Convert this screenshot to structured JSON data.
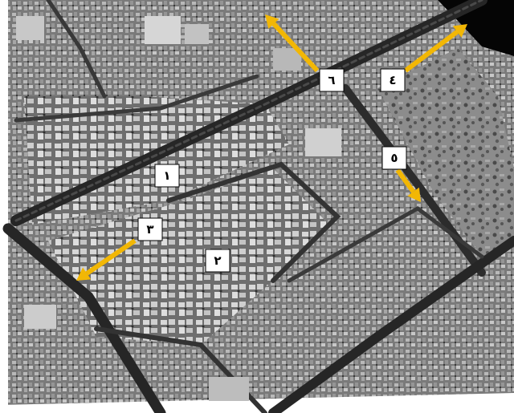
{
  "map": {
    "labels": [
      {
        "id": "1",
        "text": "١"
      },
      {
        "id": "2",
        "text": "٢"
      },
      {
        "id": "3",
        "text": "٣"
      },
      {
        "id": "4",
        "text": "٤"
      },
      {
        "id": "5",
        "text": "٥"
      },
      {
        "id": "6",
        "text": "٦"
      }
    ],
    "colors": {
      "arrow": "#f2b705",
      "label_bg": "#ffffff",
      "label_text": "#000000",
      "water": "#050505",
      "road": "#262626"
    }
  }
}
